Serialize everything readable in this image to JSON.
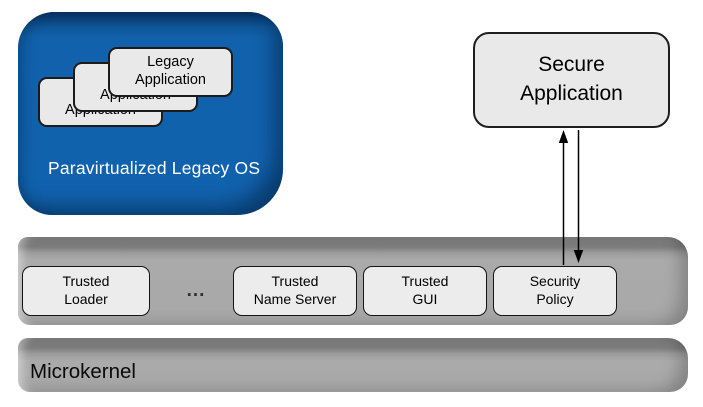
{
  "legacy_os": {
    "label": "Paravirtualized Legacy OS",
    "color": "#1161ac",
    "applications": [
      {
        "line1": "Legacy",
        "line2": "Application"
      },
      {
        "line1": "Legacy",
        "line2": "Application"
      },
      {
        "line1": "Legacy",
        "line2": "Application"
      }
    ]
  },
  "secure_application": {
    "line1": "Secure",
    "line2": "Application"
  },
  "trusted_layer": {
    "color": "#a8a8a8",
    "ellipsis": "...",
    "components": [
      {
        "line1": "Trusted",
        "line2": "Loader"
      },
      {
        "line1": "Trusted",
        "line2": "Name Server"
      },
      {
        "line1": "Trusted",
        "line2": "GUI"
      },
      {
        "line1": "Security",
        "line2": "Policy"
      }
    ]
  },
  "microkernel": {
    "label": "Microkernel"
  },
  "colors": {
    "box_fill": "#e9e9e9",
    "box_border": "#1b1b1b",
    "bar_gray": "#a8a8a8",
    "bar_bevel_dark": "#767676",
    "os_blue": "#1161ac",
    "os_bevel_dark": "#082f5c",
    "label_on_blue": "#ffffff"
  }
}
